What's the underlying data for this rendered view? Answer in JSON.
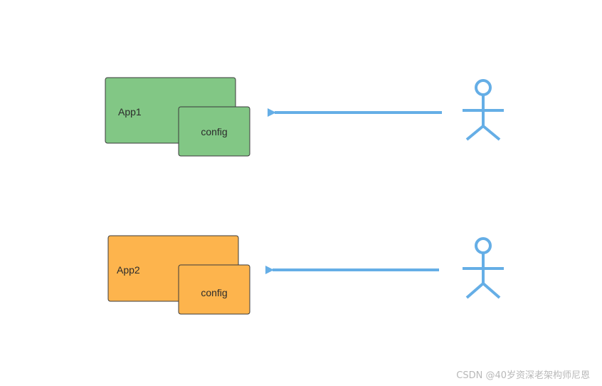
{
  "diagram": {
    "rows": [
      {
        "app_label": "App1",
        "config_label": "config",
        "fill": "#82c785",
        "stroke": "#3a3a3a"
      },
      {
        "app_label": "App2",
        "config_label": "config",
        "fill": "#fdb44d",
        "stroke": "#3a3a3a"
      }
    ],
    "arrow_color": "#65aee6",
    "actor_color": "#65aee6",
    "actor_icon": "stick-figure-actor"
  },
  "watermark": "CSDN @40岁资深老架构师尼恩"
}
